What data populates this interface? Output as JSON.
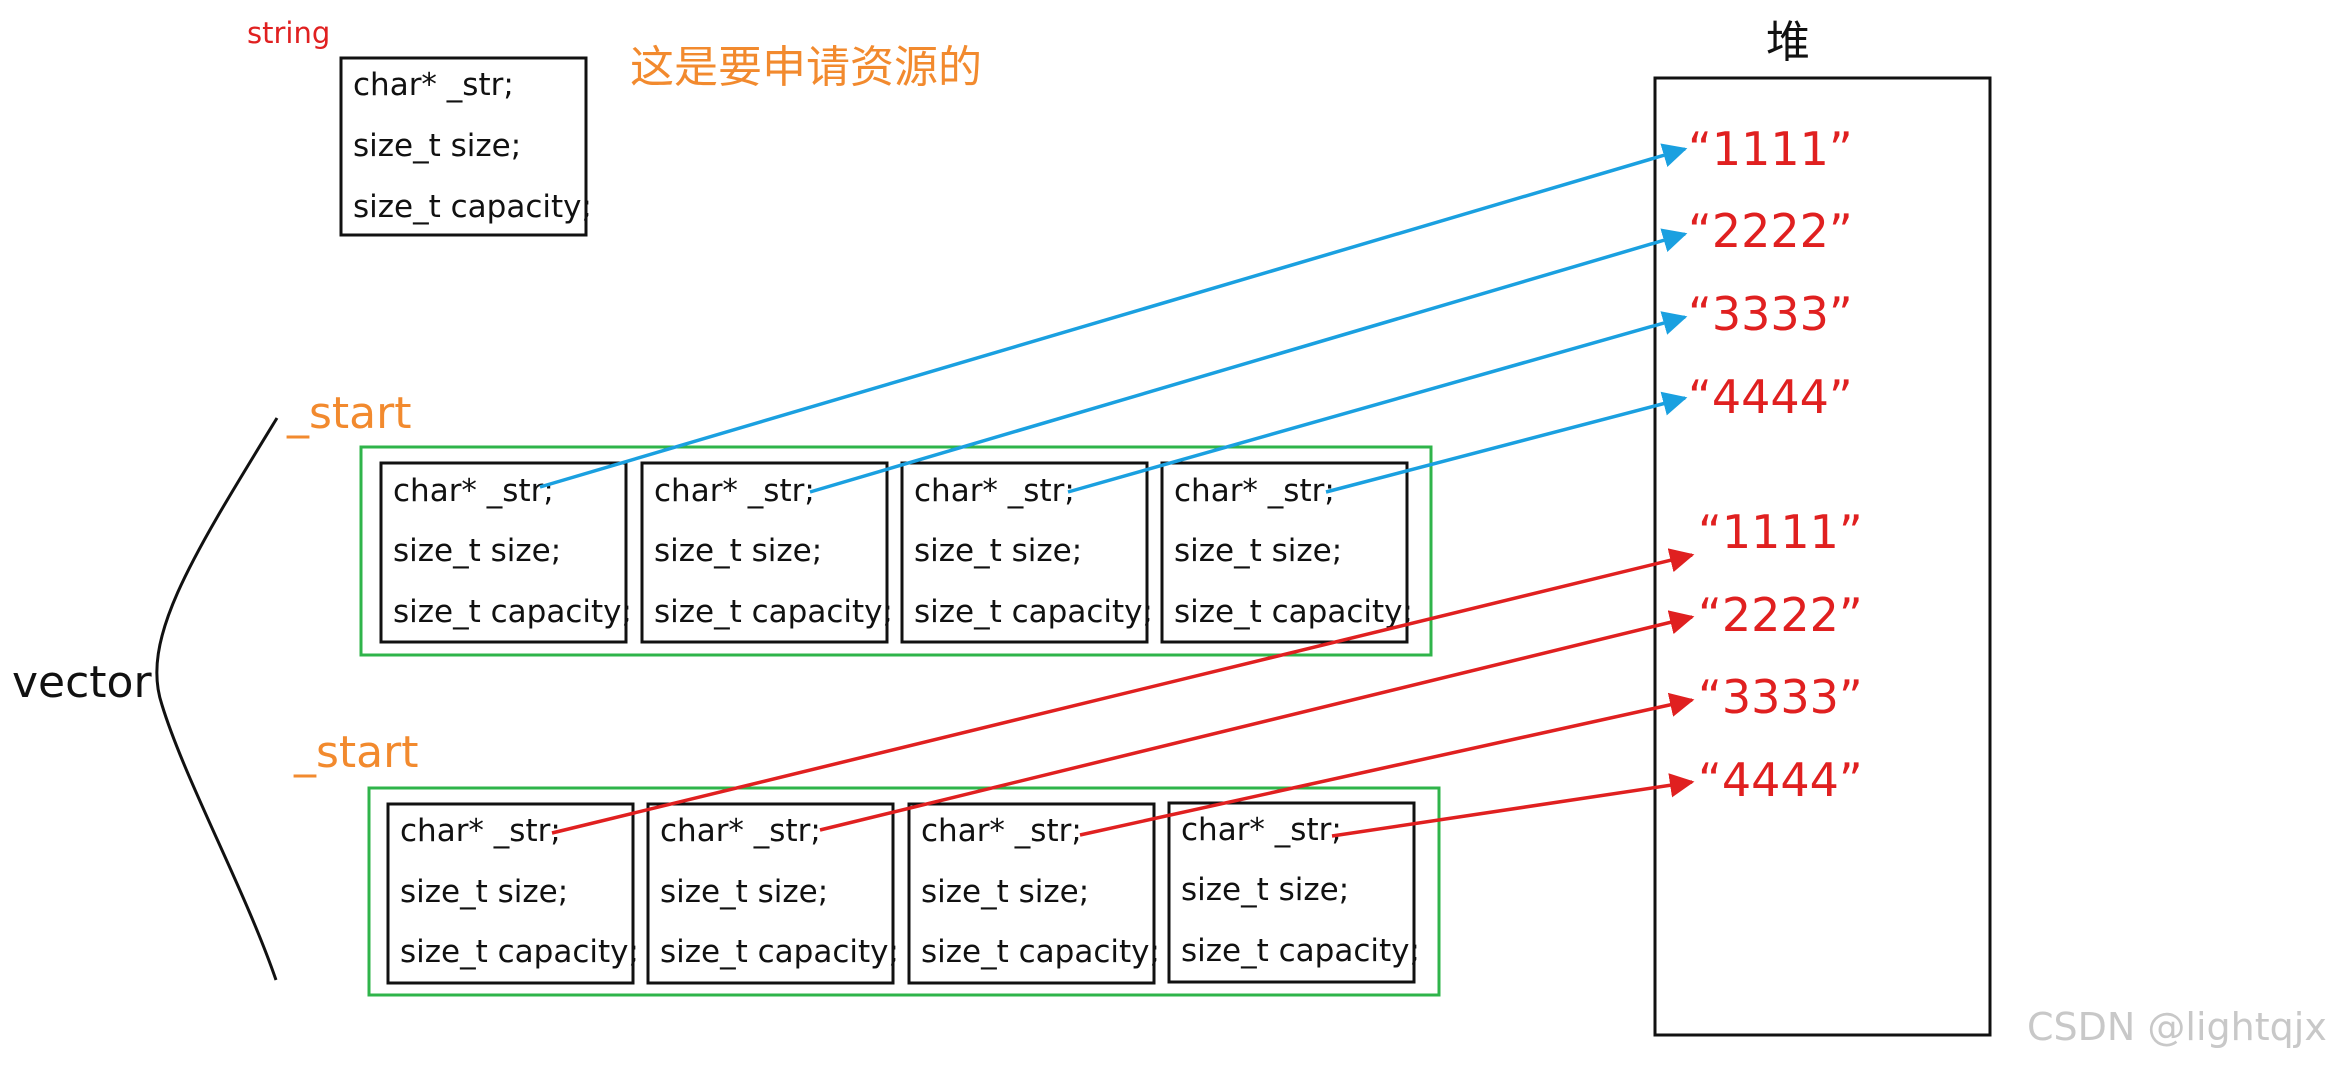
{
  "string_block": {
    "type_label": "string",
    "note": "这是要申请资源的",
    "fields": [
      "char* _str;",
      "size_t size;",
      "size_t capacity;"
    ]
  },
  "vector_block": {
    "label": "vector",
    "rows": [
      {
        "start_label": "_start",
        "elements": [
          {
            "fields": [
              "char* _str;",
              "size_t size;",
              "size_t capacity;"
            ]
          },
          {
            "fields": [
              "char* _str;",
              "size_t size;",
              "size_t capacity;"
            ]
          },
          {
            "fields": [
              "char* _str;",
              "size_t size;",
              "size_t capacity;"
            ]
          },
          {
            "fields": [
              "char* _str;",
              "size_t size;",
              "size_t capacity;"
            ]
          }
        ]
      },
      {
        "start_label": "_start",
        "elements": [
          {
            "fields": [
              "char* _str;",
              "size_t size;",
              "size_t capacity;"
            ]
          },
          {
            "fields": [
              "char* _str;",
              "size_t size;",
              "size_t capacity;"
            ]
          },
          {
            "fields": [
              "char* _str;",
              "size_t size;",
              "size_t capacity;"
            ]
          },
          {
            "fields": [
              "char* _str;",
              "size_t size;",
              "size_t capacity;"
            ]
          }
        ]
      }
    ]
  },
  "heap": {
    "title": "堆",
    "groups": [
      {
        "values": [
          "“1111”",
          "“2222”",
          "“3333”",
          "“4444”"
        ],
        "color": "#1aa0e0"
      },
      {
        "values": [
          "“1111”",
          "“2222”",
          "“3333”",
          "“4444”"
        ],
        "color": "#e02020"
      }
    ]
  },
  "colors": {
    "pointer_row1": "#1aa0e0",
    "pointer_row2": "#e02020",
    "row_border": "#2fb44a",
    "accent_orange": "#f28a2e",
    "accent_red": "#e02020"
  },
  "watermark": "CSDN @lightqjx"
}
